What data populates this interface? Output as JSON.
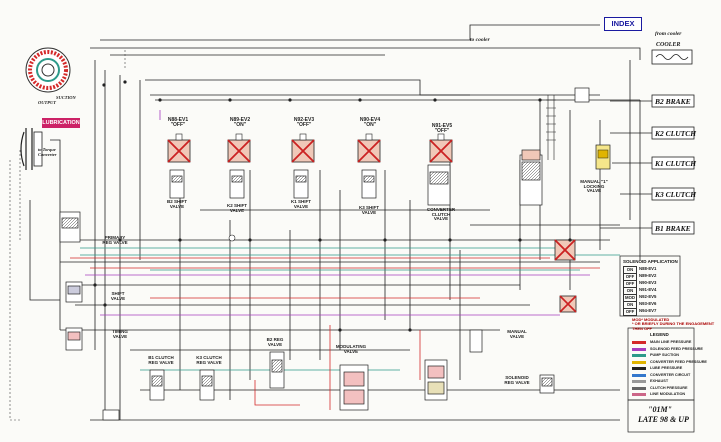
{
  "index_label": "INDEX",
  "cooler": {
    "from_label": "from cooler",
    "box_label": "COOLER",
    "to_label": "to cooler"
  },
  "lubrication_label": "LUBRICATION",
  "left_labels": {
    "suction": "SUCTION",
    "output": "OUTPUT",
    "converter": "to Torque Converter"
  },
  "clutches": [
    {
      "label": "B2 BRAKE"
    },
    {
      "label": "K2 CLUTCH"
    },
    {
      "label": "K1 CLUTCH"
    },
    {
      "label": "K3 CLUTCH"
    },
    {
      "label": "B1 BRAKE"
    }
  ],
  "solenoids": [
    {
      "name": "N88-EV1",
      "state": "\"OFF\""
    },
    {
      "name": "N89-EV2",
      "state": "\"ON\""
    },
    {
      "name": "N92-EV3",
      "state": "\"OFF\""
    },
    {
      "name": "N90-EV4",
      "state": "\"ON\""
    },
    {
      "name": "N91-EV5",
      "state": "\"OFF\""
    }
  ],
  "valves": [
    {
      "label": "B2 SHIFT VALVE"
    },
    {
      "label": "K2 SHIFT VALVE"
    },
    {
      "label": "K1 SHIFT VALVE"
    },
    {
      "label": "K3 SHIFT VALVE"
    },
    {
      "label": "CONVERTER CLUTCH VALVE"
    },
    {
      "label": "MANUAL \"1\" LOCKING VALVE"
    },
    {
      "label": "PRIMARY REG VALVE"
    },
    {
      "label": "SHIFT VALVE"
    },
    {
      "label": "TIMING VALVE"
    },
    {
      "label": "B1 CLUTCH REG VALVE"
    },
    {
      "label": "K3 CLUTCH REG VALVE"
    },
    {
      "label": "B2 REG VALVE"
    },
    {
      "label": "MODULATING VALVE"
    },
    {
      "label": "MANUAL VALVE"
    },
    {
      "label": "SOLENOID REG VALVE"
    }
  ],
  "solenoid_application": {
    "title": "SOLENOID APPLICATION",
    "rows": [
      {
        "state": "ON",
        "name": "N88-EV1"
      },
      {
        "state": "OFF",
        "name": "N89-EV2"
      },
      {
        "state": "OFF",
        "name": "N90-EV3"
      },
      {
        "state": "ON",
        "name": "N91-EV4"
      },
      {
        "state": "MOD",
        "name": "N92-EV5"
      },
      {
        "state": "ON",
        "name": "N93-EV6"
      },
      {
        "state": "OFF",
        "name": "N94-EV7"
      }
    ]
  },
  "mod_note": "MOD* MODULATED\n* OR BRIEFLY DURING THE ENGAGEMENT THEN OFF",
  "legend": {
    "title": "LEGEND",
    "rows": [
      {
        "label": "MAIN LINE PRESSURE",
        "color": "#d42a2a"
      },
      {
        "label": "SOLENOID FEED PRESSURE",
        "color": "#a63dbf"
      },
      {
        "label": "PUMP SUCTION",
        "color": "#2d9a8a"
      },
      {
        "label": "CONVERTER FEED PRESSURE",
        "color": "#e0b400"
      },
      {
        "label": "LUBE PRESSURE",
        "color": "#222222"
      },
      {
        "label": "CONVERTER CIRCUIT",
        "color": "#3377cc"
      },
      {
        "label": "EXHAUST",
        "color": "#999999"
      },
      {
        "label": "CLUTCH PRESSURE",
        "color": "#666666"
      },
      {
        "label": "LINE MODULATION",
        "color": "#cc6688"
      }
    ]
  },
  "model_line1": "\"01M\"",
  "model_line2": "LATE 98 & UP",
  "colors": {
    "red": "#d42a2a",
    "purple": "#a63dbf",
    "teal": "#2d9a8a",
    "yellow": "#e0b400",
    "blue": "#3377cc",
    "line": "#222222",
    "orange": "#e58a3a"
  }
}
